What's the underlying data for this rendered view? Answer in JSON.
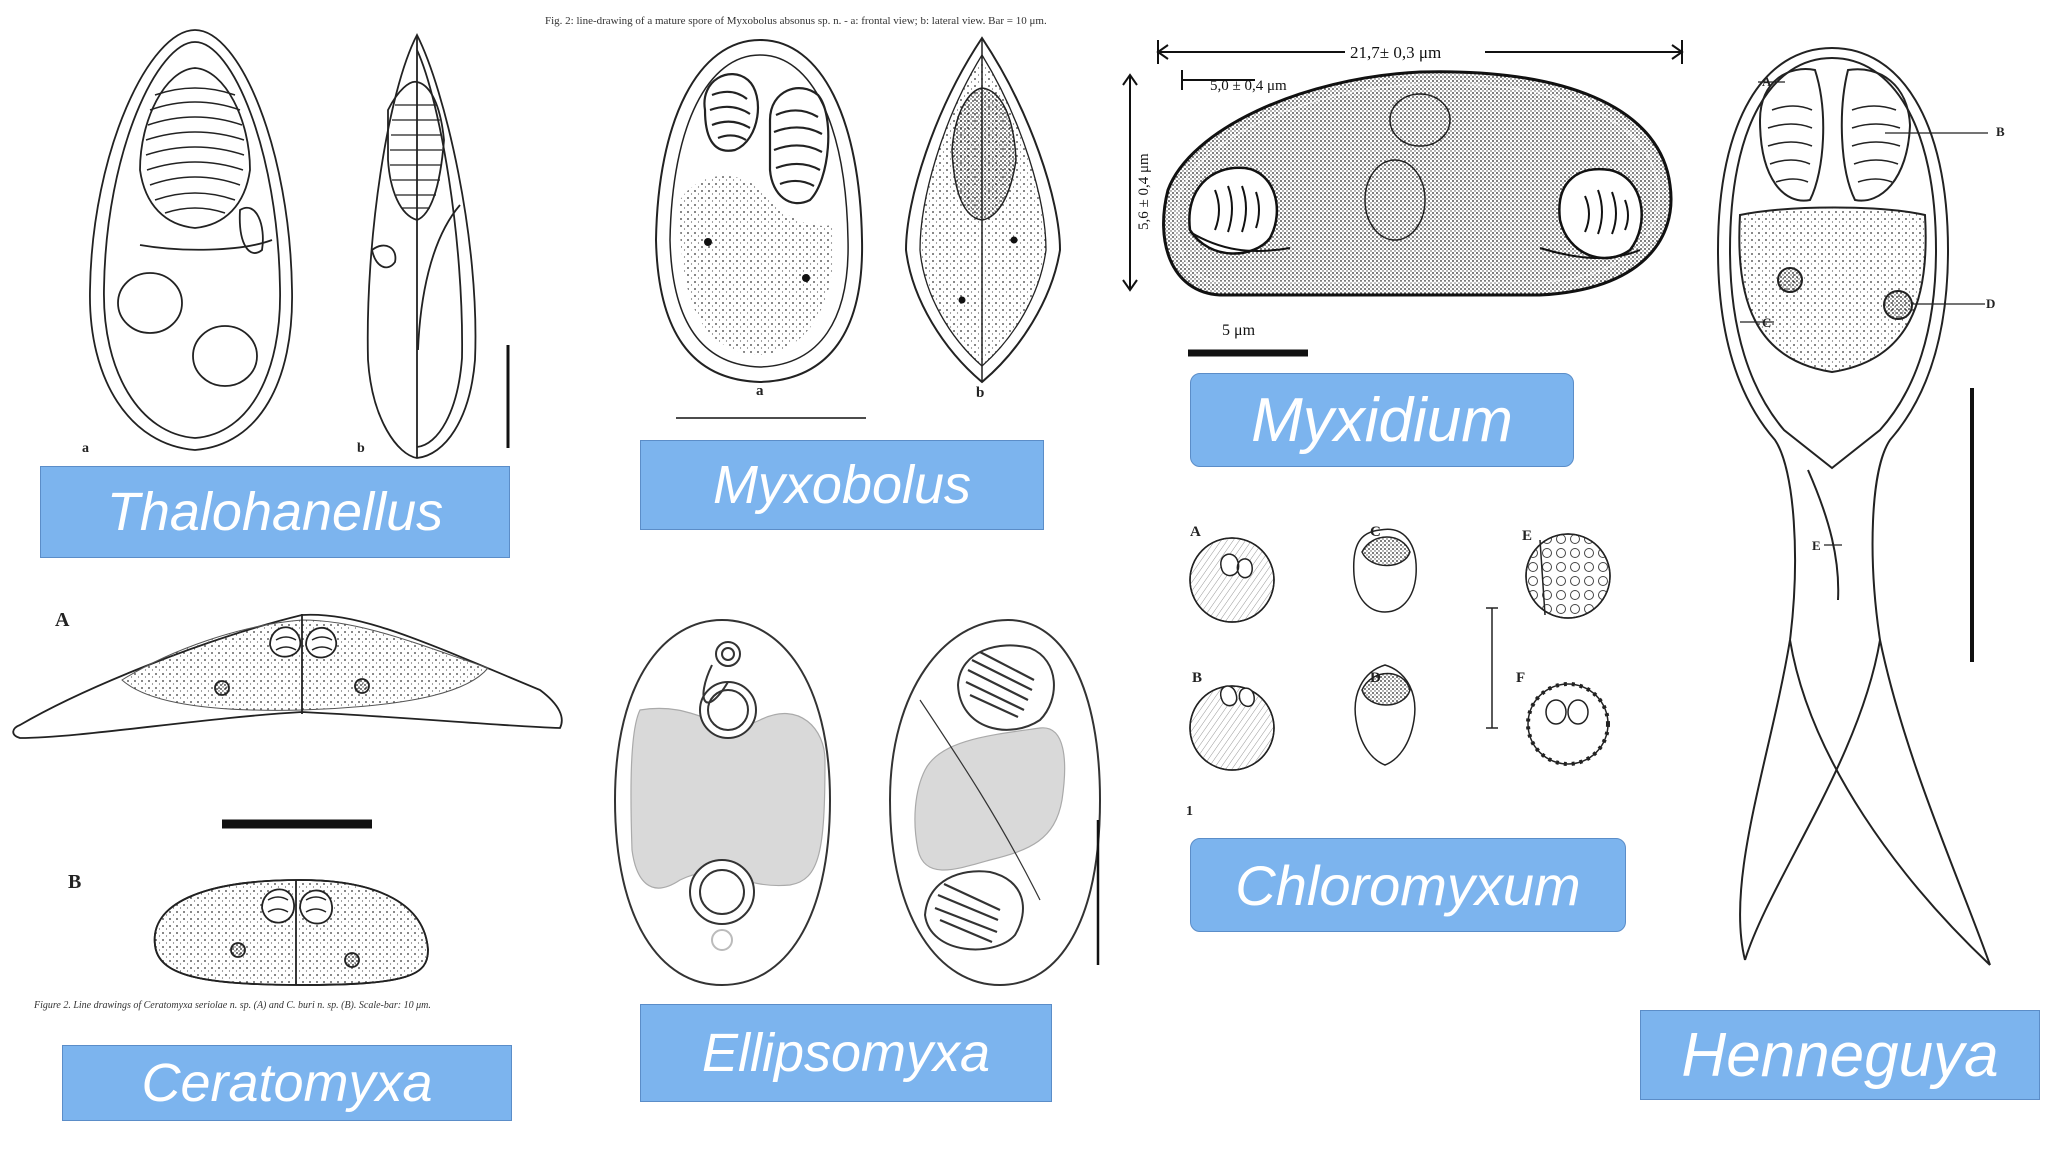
{
  "genera": {
    "thalohanellus": "Thalohanellus",
    "myxobolus": "Myxobolus",
    "myxidium": "Myxidium",
    "chloromyxum": "Chloromyxum",
    "henneguya": "Henneguya",
    "ceratomyxa": "Ceratomyxa",
    "ellipsomyxa": "Ellipsomyxa"
  },
  "captions": {
    "myxobolus_fig": "Fig. 2: line-drawing of a mature spore of Myxobolus absonus sp. n. - a: frontal view; b: lateral view. Bar = 10 μm.",
    "ceratomyxa_fig": "Figure 2. Line drawings of Ceratomyxa seriolae n. sp. (A) and C. buri n. sp. (B). Scale-bar: 10 μm."
  },
  "panel_letters": {
    "thal_a": "a",
    "thal_b": "b",
    "myxo_a": "a",
    "myxo_b": "b",
    "cerato_a": "A",
    "cerato_b": "B",
    "chloro_a": "A",
    "chloro_b": "B",
    "chloro_c": "C",
    "chloro_d": "D",
    "chloro_e": "E",
    "chloro_f": "F",
    "chloro_fig": "1",
    "henn_a": "A",
    "henn_b": "B",
    "henn_c": "C",
    "henn_d": "D",
    "henn_e": "E"
  },
  "measurements": {
    "myxidium_length": "21,7± 0,3 μm",
    "myxidium_capsule": "5,0 ± 0,4 μm",
    "myxidium_width": "5,6 ± 0,4 μm",
    "myxidium_scale": "5 μm"
  },
  "colors": {
    "label_fill": "#7cb4ee",
    "label_border": "#5b8dc8",
    "label_text": "#ffffff",
    "ink": "#222222",
    "shading": "#d9d9d9"
  }
}
